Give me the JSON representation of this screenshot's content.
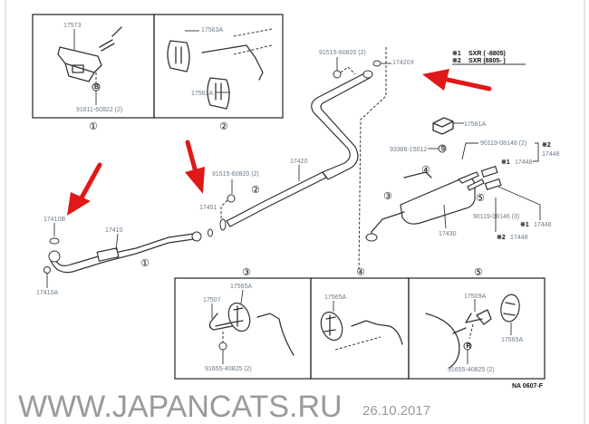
{
  "diagram": {
    "code": "NA 0607-F",
    "watermark": "WWW.JAPANCATS.RU",
    "watermark_date": "26.10.2017",
    "legend": [
      {
        "mark": "※1",
        "text": "SXR (      -8805)"
      },
      {
        "mark": "※2",
        "text": "SXR (8805-      )"
      }
    ],
    "callouts": {
      "c1": "①",
      "c2": "②",
      "c3": "③",
      "c4": "④",
      "c5": "⑤",
      "bolt_b": "B",
      "bolt_r": "R",
      "bolt_s": "S"
    },
    "detail_boxes": [
      {
        "id": "1",
        "labels": [
          "17573",
          "91611-60822 (2)"
        ]
      },
      {
        "id": "2",
        "labels": [
          "17563A",
          "17563A"
        ]
      },
      {
        "id": "3",
        "labels": [
          "17507",
          "17565A",
          "91655-40825 (2)"
        ]
      },
      {
        "id": "4",
        "labels": [
          "17565A"
        ]
      },
      {
        "id": "5",
        "labels": [
          "17509A",
          "17565A",
          "91655-40825 (2)"
        ]
      }
    ],
    "main_labels": {
      "bolt_rear": "91515-60820 (2)",
      "gasket_rear": "17420X",
      "mount": "17581A",
      "spring": "93386-15012",
      "bolt_tail": "90119-08148 (2)",
      "tail_s2_top": "17448",
      "tail_s1_top": "17448",
      "bolt_tail2": "90119-08146 (3)",
      "tail_s1_bot": "17448",
      "tail_s2_bot": "17448",
      "muffler": "17430",
      "center_pipe": "17420",
      "bolt_front": "91515-60820 (2)",
      "gasket_front": "17451",
      "front_pipe": "17410",
      "gasket_manifold": "17410B",
      "nut_manifold": "17410A"
    },
    "colors": {
      "arrow": "#e01818",
      "label": "#6b7a88"
    }
  }
}
